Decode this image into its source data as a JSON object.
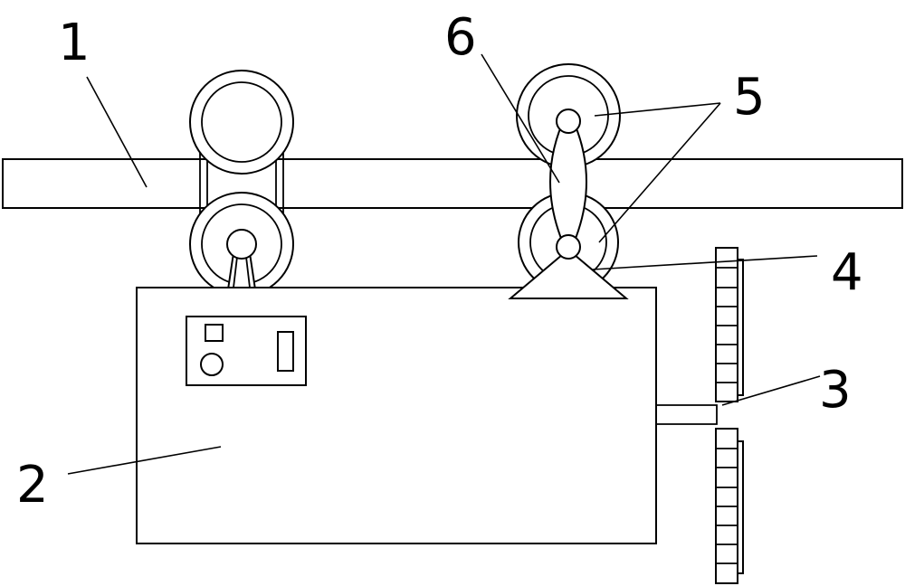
{
  "labels": {
    "rail": "1",
    "housing": "2",
    "gear_bracket": "3",
    "support_block": "4",
    "pins": "5",
    "link_plate": "6"
  }
}
